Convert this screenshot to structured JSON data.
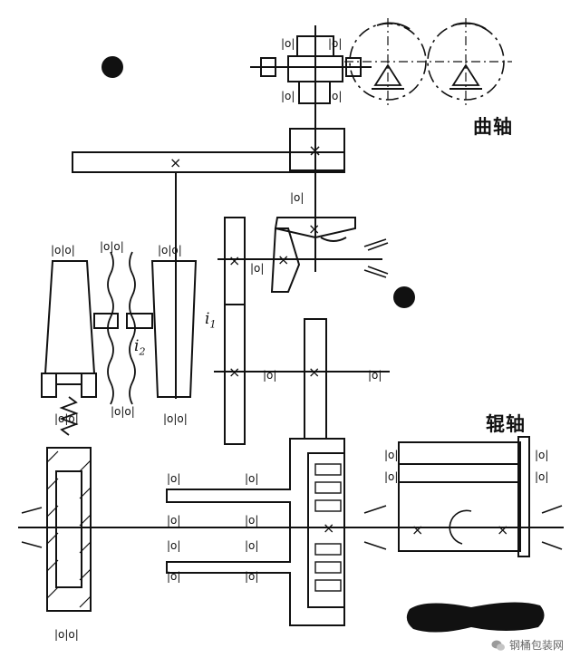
{
  "labels": {
    "crankshaft": "曲轴",
    "roller_shaft": "辊轴",
    "ratio_1": "i",
    "ratio_1_sub": "1",
    "ratio_2": "i",
    "ratio_2_sub": "2"
  },
  "watermark": {
    "text": "钢桶包装网",
    "icon": "wechat-icon"
  },
  "colors": {
    "ink": "#111111",
    "background": "#ffffff"
  }
}
